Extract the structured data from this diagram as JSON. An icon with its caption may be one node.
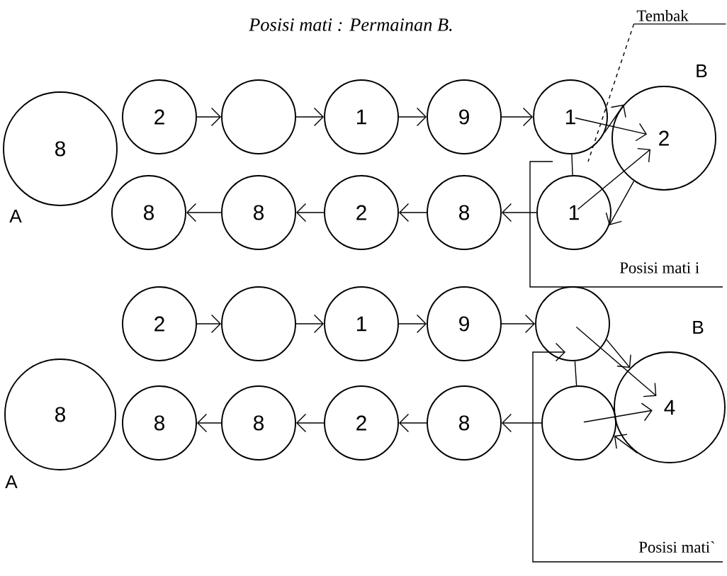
{
  "diagram": {
    "title": "Posisi mati : Permainan B.",
    "nodes": [
      {
        "text": [
          "8"
        ],
        "beside": [
          "A"
        ]
      },
      {
        "text": [
          "2"
        ]
      },
      {
        "text": [],
        "shape": "circle"
      },
      {
        "text": [
          "1"
        ]
      },
      {
        "text": [
          "9"
        ]
      },
      {
        "text": [
          "1"
        ]
      },
      {
        "text": [
          "2"
        ],
        "beside": [
          "B"
        ]
      },
      {
        "text": [
          "8"
        ]
      },
      {
        "text": [
          "8"
        ]
      },
      {
        "text": [
          "2"
        ]
      },
      {
        "text": [
          "8"
        ]
      },
      {
        "text": [
          "1"
        ]
      },
      {
        "text": [
          "8"
        ],
        "beside": [
          "A"
        ]
      },
      {
        "text": [
          "2"
        ]
      },
      {
        "text": [],
        "shape": "circle"
      },
      {
        "text": [
          "1"
        ]
      },
      {
        "text": [
          "9"
        ]
      },
      {
        "text": [],
        "shape": "circle"
      },
      {
        "text": [
          "4"
        ],
        "beside": [
          "B"
        ]
      },
      {
        "text": [
          "8"
        ]
      },
      {
        "text": [
          "8"
        ]
      },
      {
        "text": [
          "2"
        ]
      },
      {
        "text": [
          "8"
        ]
      },
      {
        "text": [],
        "shape": "circle"
      },
      {
        "text": [
          "Tembak"
        ]
      }
    ],
    "edges": [
      {
        "from": 1,
        "to": 2,
        "arrow": "to"
      },
      {
        "from": 2,
        "to": 3,
        "arrow": "to"
      },
      {
        "from": 3,
        "to": 4,
        "arrow": "to"
      },
      {
        "from": 4,
        "to": 5,
        "arrow": "to"
      },
      {
        "from": 5,
        "to": 6,
        "arrow": "to"
      },
      {
        "from": 5,
        "to": 6,
        "arrow": "to"
      },
      {
        "from": 11,
        "to": 6,
        "arrow": "to"
      },
      {
        "from": 6,
        "to": 11,
        "arrow": "to"
      },
      {
        "from": 5,
        "to": 11,
        "arrow": "none"
      },
      {
        "from": 11,
        "to": 10,
        "arrow": "to"
      },
      {
        "from": 10,
        "to": 9,
        "arrow": "to"
      },
      {
        "from": 9,
        "to": 8,
        "arrow": "to"
      },
      {
        "from": 8,
        "to": 7,
        "arrow": "to"
      },
      {
        "from": 13,
        "to": 14,
        "arrow": "to"
      },
      {
        "from": 14,
        "to": 15,
        "arrow": "to"
      },
      {
        "from": 15,
        "to": 16,
        "arrow": "to"
      },
      {
        "from": 16,
        "to": 17,
        "arrow": "to"
      },
      {
        "from": 17,
        "to": 18,
        "arrow": "to"
      },
      {
        "from": 17,
        "to": 18,
        "arrow": "to"
      },
      {
        "from": 23,
        "to": 18,
        "arrow": "to"
      },
      {
        "from": 18,
        "to": 23,
        "arrow": "to"
      },
      {
        "from": 17,
        "to": 23,
        "arrow": "none"
      },
      {
        "from": 23,
        "to": 22,
        "arrow": "to"
      },
      {
        "from": 22,
        "to": 21,
        "arrow": "to"
      },
      {
        "from": 21,
        "to": 20,
        "arrow": "to"
      },
      {
        "from": 20,
        "to": 19,
        "arrow": "to"
      },
      {
        "from": 24,
        "to": null,
        "arrow": "none",
        "style": "dashed"
      }
    ],
    "labels": [
      "Posisi mati i",
      "Posisi mati`"
    ]
  }
}
